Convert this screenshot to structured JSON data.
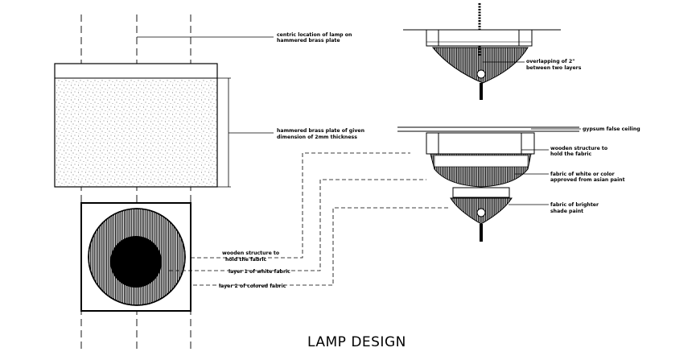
{
  "title": "LAMP DESIGN",
  "annotations": {
    "centric_1": "centric location of lamp on",
    "centric_2": "hammered brass plate",
    "brass_1": "hammered brass plate of given",
    "brass_2": "dimension of 2mm thickness",
    "wooden_plan_1": "wooden structure to",
    "wooden_plan_2": "hold the fabric",
    "layer1": "layer 1 of white fabric",
    "layer2": "layer 2 of colored fabric",
    "overlap_1": "overlapping of 2\"",
    "overlap_2": "between two layers",
    "gypsum": "gypsum false ceiling",
    "wooden_elev_1": "wooden structure to",
    "wooden_elev_2": "hold the fabric",
    "white_fabric_1": "fabric of white or color",
    "white_fabric_2": "approved from asian paint",
    "brighter_1": "fabric of brighter",
    "brighter_2": "shade paint"
  },
  "colors": {
    "line": "#000000",
    "background": "#ffffff"
  }
}
